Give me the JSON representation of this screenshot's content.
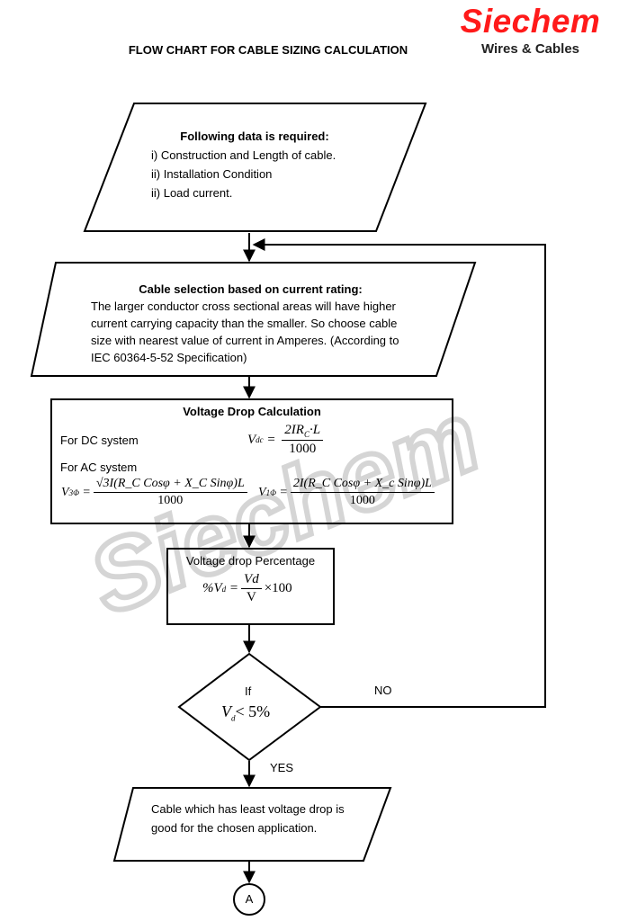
{
  "header": {
    "title": "FLOW CHART FOR CABLE SIZING CALCULATION",
    "brand_name": "Siechem",
    "brand_tagline": "Wires & Cables"
  },
  "watermark": "Siechem",
  "step1": {
    "heading": "Following data is required:",
    "items": [
      "i) Construction and Length of cable.",
      "ii) Installation Condition",
      "ii) Load current."
    ]
  },
  "step2": {
    "heading": "Cable selection based on current rating:",
    "lines": [
      "The larger conductor cross sectional areas will have higher",
      "current carrying capacity than the smaller. So choose cable",
      "size with nearest value of current in Amperes. (According to",
      "IEC 60364-5-52 Specification)"
    ]
  },
  "step3": {
    "heading": "Voltage Drop Calculation",
    "dc_label": "For DC system",
    "ac_label": "For AC system",
    "dc_lhs": "V",
    "dc_lhs_sub": "dc",
    "dc_num": "2IR",
    "dc_num_sub": "C",
    "dc_num_tail": "·L",
    "dc_den": "1000",
    "ac3_lhs": "V",
    "ac3_lhs_sub": "3Φ",
    "ac3_num": "√3I(R_C Cosφ + X_C Sinφ)L",
    "ac3_den": "1000",
    "ac1_lhs": "V",
    "ac1_lhs_sub": "1Φ",
    "ac1_num": "2I(R_C Cosφ + X_c Sinφ)L",
    "ac1_den": "1000"
  },
  "step4": {
    "heading": "Voltage drop Percentage",
    "lhs": "%V",
    "lhs_sub": "d",
    "num": "Vd",
    "den": "V",
    "tail": "×100"
  },
  "decision": {
    "label": "If",
    "cond_v": "V",
    "cond_sub": "d",
    "cond_tail": "< 5%",
    "no_label": "NO",
    "yes_label": "YES"
  },
  "step5": {
    "lines": [
      "Cable which has least voltage drop is",
      "good for the chosen application."
    ]
  },
  "connector": {
    "label": "A"
  }
}
